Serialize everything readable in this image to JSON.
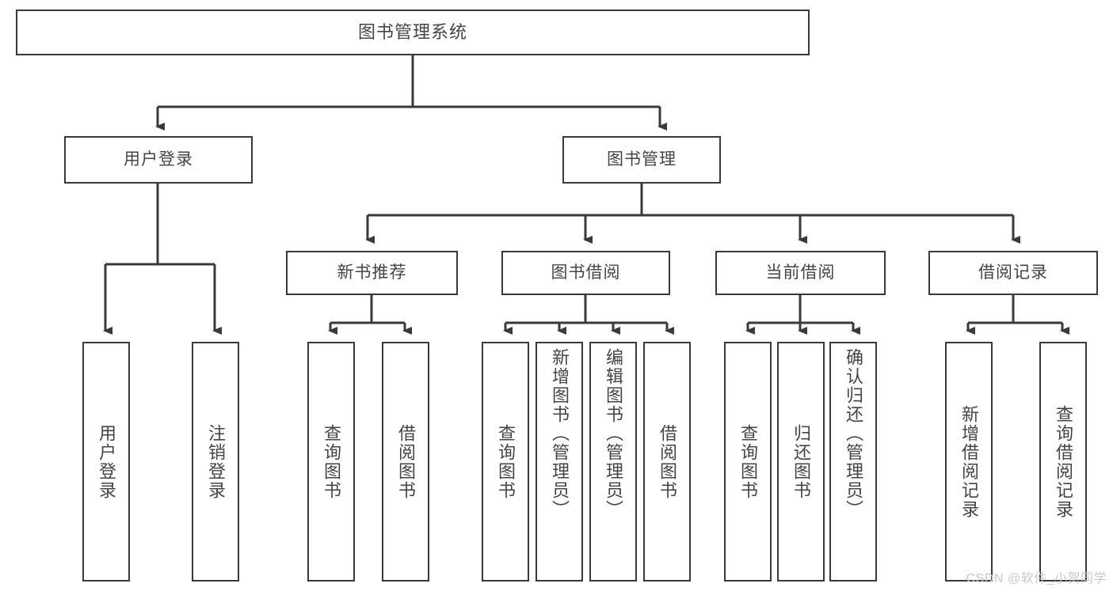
{
  "diagram": {
    "title": "图书管理系统",
    "type": "hierarchy-tree",
    "watermark": "CSDN @软件_小贺同学",
    "colors": {
      "box_border": "#3a3a3a",
      "box_fill": "#ffffff",
      "text": "#444444",
      "connector": "#3a3a3a",
      "watermark": "#c9c9c9",
      "background": "#ffffff"
    },
    "nodes": {
      "root": {
        "label": "图书管理系统"
      },
      "level2": [
        {
          "label": "用户登录"
        },
        {
          "label": "图书管理"
        }
      ],
      "level3": [
        {
          "label": "新书推荐"
        },
        {
          "label": "图书借阅"
        },
        {
          "label": "当前借阅"
        },
        {
          "label": "借阅记录"
        }
      ],
      "leaves": {
        "user_login": [
          {
            "label": "用户登录"
          },
          {
            "label": "注销登录"
          }
        ],
        "new_book_recommend": [
          {
            "label": "查询图书"
          },
          {
            "label": "借阅图书"
          }
        ],
        "book_borrow": [
          {
            "label": "查询图书"
          },
          {
            "label": "新增图书（管理员）"
          },
          {
            "label": "编辑图书（管理员）"
          },
          {
            "label": "借阅图书"
          }
        ],
        "current_borrow": [
          {
            "label": "查询图书"
          },
          {
            "label": "归还图书"
          },
          {
            "label": "确认归还（管理员）"
          }
        ],
        "borrow_record": [
          {
            "label": "新增借阅记录"
          },
          {
            "label": "查询借阅记录"
          }
        ]
      }
    }
  }
}
